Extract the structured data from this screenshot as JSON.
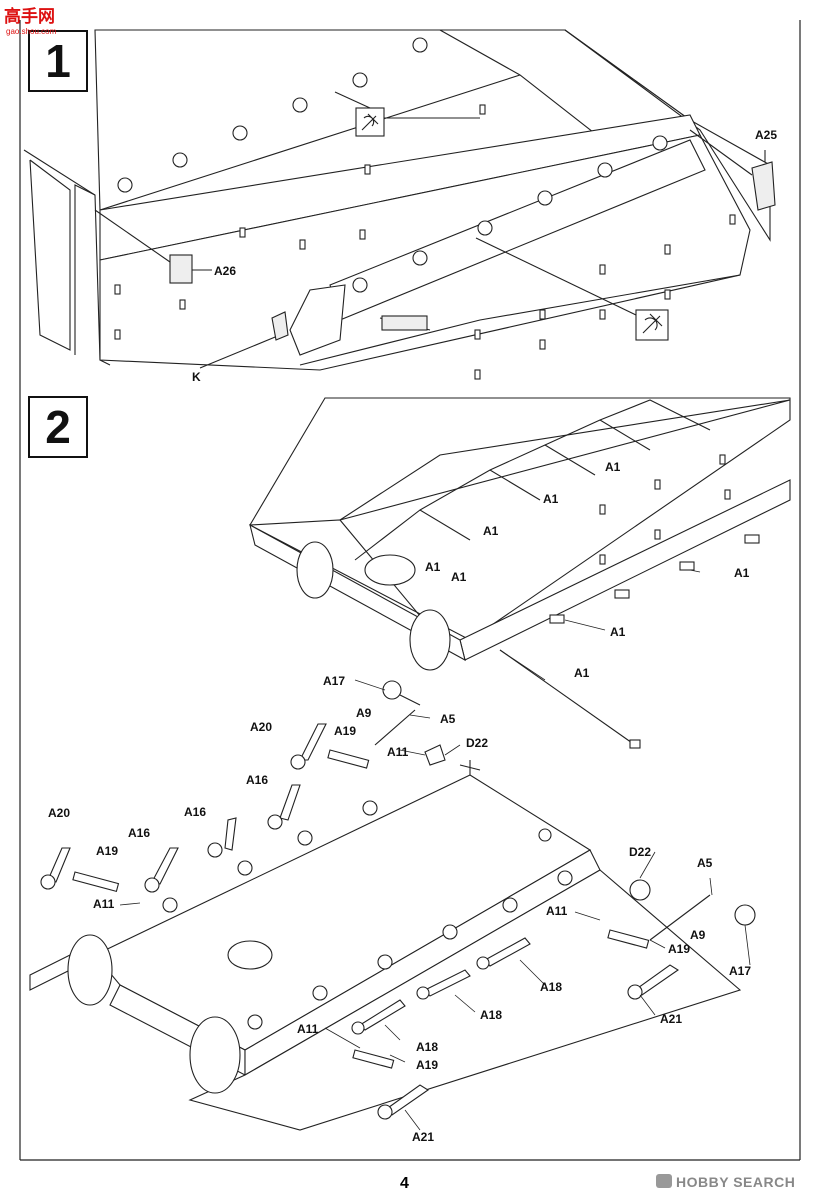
{
  "page": {
    "number": "4"
  },
  "steps": [
    "1",
    "2"
  ],
  "site_logo": {
    "text": "高手网",
    "sub": "gao.shou.com"
  },
  "watermark": "HOBBY SEARCH",
  "labels": {
    "step1": {
      "a25": "A25",
      "a26": "A26",
      "k": "K"
    },
    "step2": {
      "a1_1": "A1",
      "a1_2": "A1",
      "a1_3": "A1",
      "a1_4": "A1",
      "a1_5": "A1",
      "a1_6": "A1",
      "a1_7": "A1",
      "a1_8": "A1",
      "a17_l": "A17",
      "a5_l": "A5",
      "a9_l": "A9",
      "a11_top": "A11",
      "d22_l": "D22",
      "a20_top": "A20",
      "a19_top": "A19",
      "a16_a": "A16",
      "a16_b": "A16",
      "a16_c": "A16",
      "a20_left": "A20",
      "a19_left": "A19",
      "a11_left": "A11",
      "d22_r": "D22",
      "a5_r": "A5",
      "a11_r": "A11",
      "a9_r": "A9",
      "a19_r": "A19",
      "a17_r": "A17",
      "a18_a": "A18",
      "a18_b": "A18",
      "a18_c": "A18",
      "a21_r": "A21",
      "a11_bot": "A11",
      "a19_bot": "A19",
      "a21_bot": "A21"
    }
  },
  "icons": [
    "cutter-icon",
    "cutter-icon"
  ]
}
